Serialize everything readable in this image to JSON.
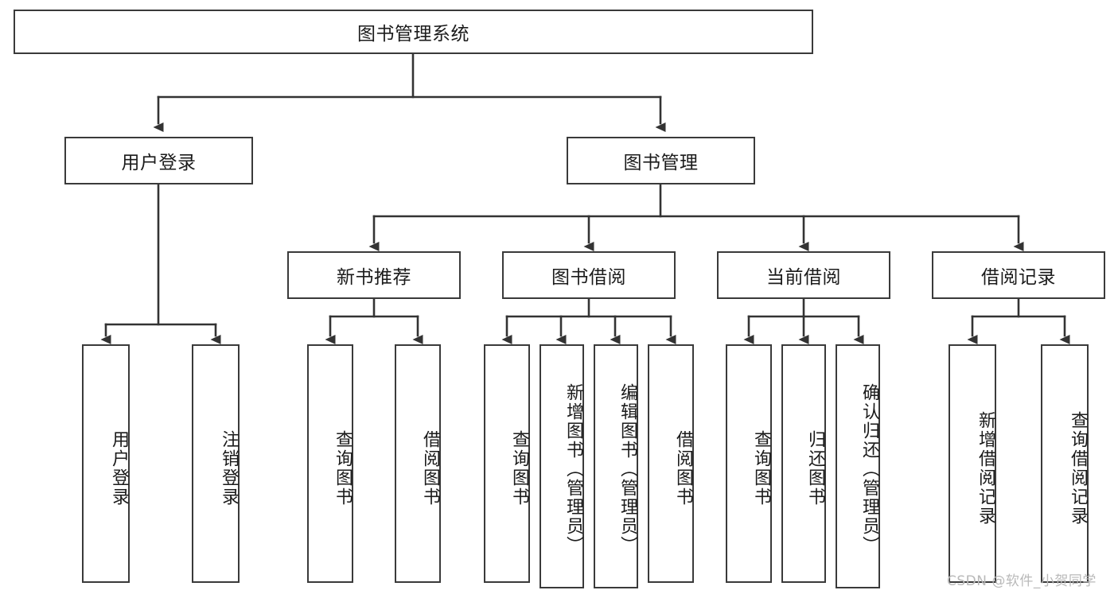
{
  "diagram": {
    "type": "tree-hierarchy",
    "title": "图书管理系统",
    "root": {
      "id": "root",
      "label": "图书管理系统",
      "orientation": "horizontal"
    },
    "level2": [
      {
        "id": "user-login",
        "label": "用户登录",
        "orientation": "horizontal"
      },
      {
        "id": "book-management",
        "label": "图书管理",
        "orientation": "horizontal"
      }
    ],
    "level3": [
      {
        "id": "new-book-recommend",
        "label": "新书推荐",
        "orientation": "horizontal",
        "parent": "book-management"
      },
      {
        "id": "book-borrow",
        "label": "图书借阅",
        "orientation": "horizontal",
        "parent": "book-management"
      },
      {
        "id": "current-borrow",
        "label": "当前借阅",
        "orientation": "horizontal",
        "parent": "book-management"
      },
      {
        "id": "borrow-record",
        "label": "借阅记录",
        "orientation": "horizontal",
        "parent": "book-management"
      }
    ],
    "leaves": [
      {
        "id": "leaf-user-login",
        "label": "用户登录",
        "parent": "user-login",
        "orientation": "vertical"
      },
      {
        "id": "leaf-logout-login",
        "label": "注销登录",
        "parent": "user-login",
        "orientation": "vertical"
      },
      {
        "id": "leaf-query-book-1",
        "label": "查询图书",
        "parent": "new-book-recommend",
        "orientation": "vertical"
      },
      {
        "id": "leaf-borrow-book-1",
        "label": "借阅图书",
        "parent": "new-book-recommend",
        "orientation": "vertical"
      },
      {
        "id": "leaf-query-book-2",
        "label": "查询图书",
        "parent": "book-borrow",
        "orientation": "vertical"
      },
      {
        "id": "leaf-add-book",
        "label": "新增图书（管理员）",
        "parent": "book-borrow",
        "orientation": "vertical"
      },
      {
        "id": "leaf-edit-book",
        "label": "编辑图书（管理员）",
        "parent": "book-borrow",
        "orientation": "vertical"
      },
      {
        "id": "leaf-borrow-book-2",
        "label": "借阅图书",
        "parent": "book-borrow",
        "orientation": "vertical"
      },
      {
        "id": "leaf-query-book-3",
        "label": "查询图书",
        "parent": "current-borrow",
        "orientation": "vertical"
      },
      {
        "id": "leaf-return-book",
        "label": "归还图书",
        "parent": "current-borrow",
        "orientation": "vertical"
      },
      {
        "id": "leaf-confirm-return",
        "label": "确认归还（管理员）",
        "parent": "current-borrow",
        "orientation": "vertical"
      },
      {
        "id": "leaf-add-record",
        "label": "新增借阅记录",
        "parent": "borrow-record",
        "orientation": "vertical"
      },
      {
        "id": "leaf-query-record",
        "label": "查询借阅记录",
        "parent": "borrow-record",
        "orientation": "vertical"
      }
    ],
    "watermark": "CSDN @软件_小贺同学",
    "colors": {
      "box_border": "#3a3a3a",
      "box_fill": "#ffffff",
      "connector": "#333333",
      "text": "#1b1b1b",
      "watermark": "#b9b9b9",
      "background": "#ffffff"
    }
  }
}
